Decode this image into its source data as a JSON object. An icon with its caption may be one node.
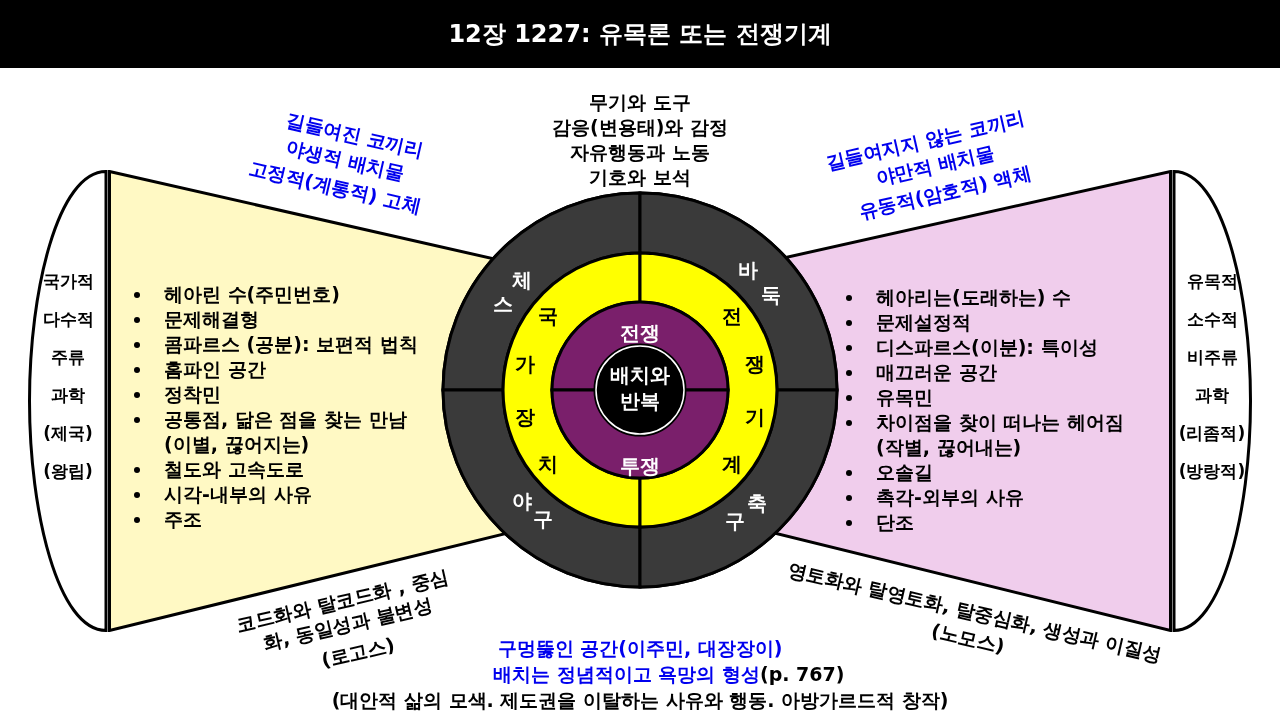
{
  "diagram": {
    "title": "12장 1227: 유목론 또는 전쟁기계",
    "nodes": [
      {
        "text": [
          "국가적",
          "다수적",
          "주류",
          "과학",
          "(제국)",
          "(왕립)"
        ]
      },
      {
        "text": [
          "헤아린 수(주민번호)",
          "문제해결형",
          "콤파르스 (공분): 보편적 법칙",
          "홈파인 공간",
          "정착민",
          "공통점, 닮은 점을 찾는 만남 (이별, 끊어지는)",
          "철도와 고속도로",
          "시각-내부의 사유",
          "주조"
        ]
      },
      {
        "text": [
          "헤아리는(도래하는) 수",
          "문제설정적",
          "디스파르스(이분): 특이성",
          "매끄러운 공간",
          "유목민",
          "차이점을 찾이 떠나는 헤어짐 (작별, 끊어내는)",
          "오솔길",
          "촉각-외부의 사유",
          "단조"
        ]
      },
      {
        "text": [
          "유목적",
          "소수적",
          "비주류",
          "과학",
          "(리좀적)",
          "(방랑적)"
        ]
      },
      {
        "text": [],
        "shape": "circle"
      },
      {
        "text": [
          "체스"
        ],
        "in": 4
      },
      {
        "text": [
          "바둑"
        ],
        "in": 4
      },
      {
        "text": [
          "야구"
        ],
        "in": 4
      },
      {
        "text": [
          "축구"
        ],
        "in": 4
      },
      {
        "text": [
          "국가장치"
        ],
        "in": 4
      },
      {
        "text": [
          "전쟁기계"
        ],
        "in": 4
      },
      {
        "text": [
          "전쟁"
        ],
        "in": 4
      },
      {
        "text": [
          "투쟁"
        ],
        "in": 4
      },
      {
        "text": [
          "배치와 반복"
        ],
        "in": 4
      }
    ],
    "labels": [
      "무기와 도구",
      "감응(변용태)와 감정",
      "자유행동과 노동",
      "기호와 보석",
      "길들여진 코끼리",
      "야생적 배치물",
      "고정적(계통적) 고체",
      "길들여지지 않는 코끼리",
      "야만적 배치물",
      "유동적(암호적) 액체",
      "코드화와 탈코드화 , 중심화, 동일성과 불변성",
      "(로고스)",
      "영토화와 탈영토화, 탈중심화, 생성과 이질성",
      "(노모스)",
      "구멍뚫인 공간(이주민, 대장장이)",
      "배치는 정념적이고 욕망의 형성",
      "(p. 767)",
      "(대안적 삶의 모색. 제도권을 이탈하는 사유와 행동. 아방가르드적 창작)"
    ]
  }
}
